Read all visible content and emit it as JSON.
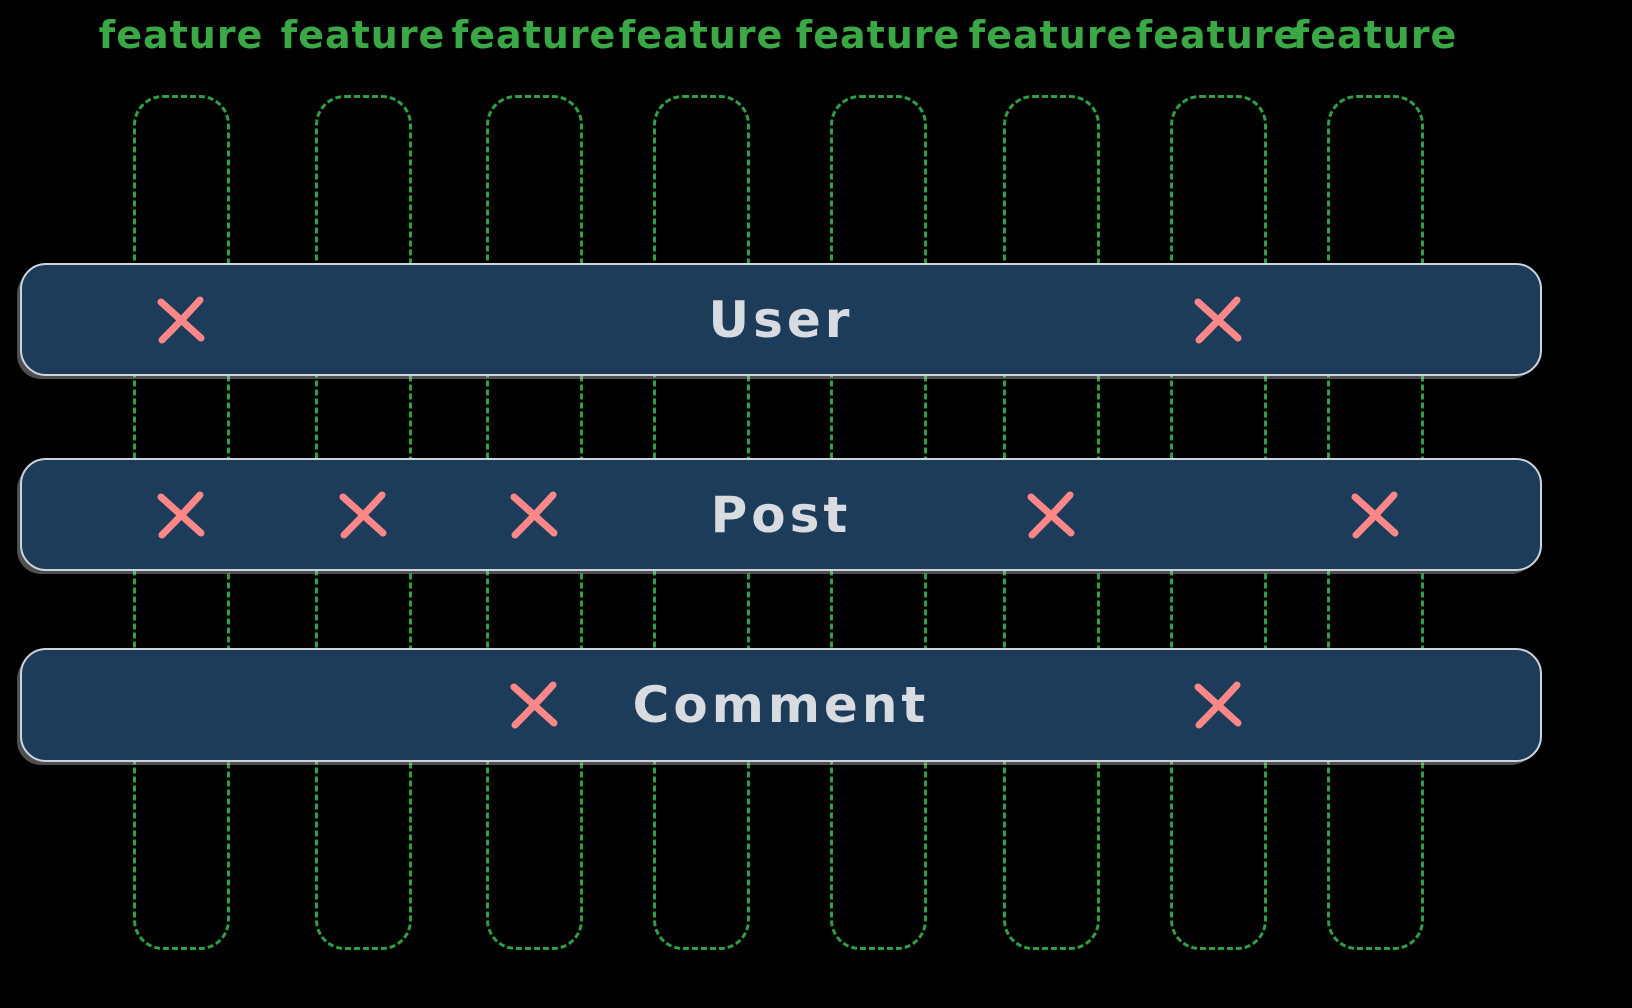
{
  "diagram": {
    "columns": [
      {
        "label": "feature"
      },
      {
        "label": "feature"
      },
      {
        "label": "feature"
      },
      {
        "label": "feature"
      },
      {
        "label": "feature"
      },
      {
        "label": "feature"
      },
      {
        "label": "feature"
      },
      {
        "label": "feature"
      }
    ],
    "rows": [
      {
        "label": "User",
        "marks": [
          1,
          7
        ]
      },
      {
        "label": "Post",
        "marks": [
          1,
          2,
          3,
          6,
          8
        ]
      },
      {
        "label": "Comment",
        "marks": [
          3,
          7
        ]
      }
    ],
    "colors": {
      "background": "#000000",
      "column_stroke": "#2f9e44",
      "column_label": "#3aa845",
      "row_fill": "#1d3c5a",
      "row_stroke": "#ced4da",
      "row_label": "#d8dce0",
      "mark": "#ff8787"
    }
  }
}
